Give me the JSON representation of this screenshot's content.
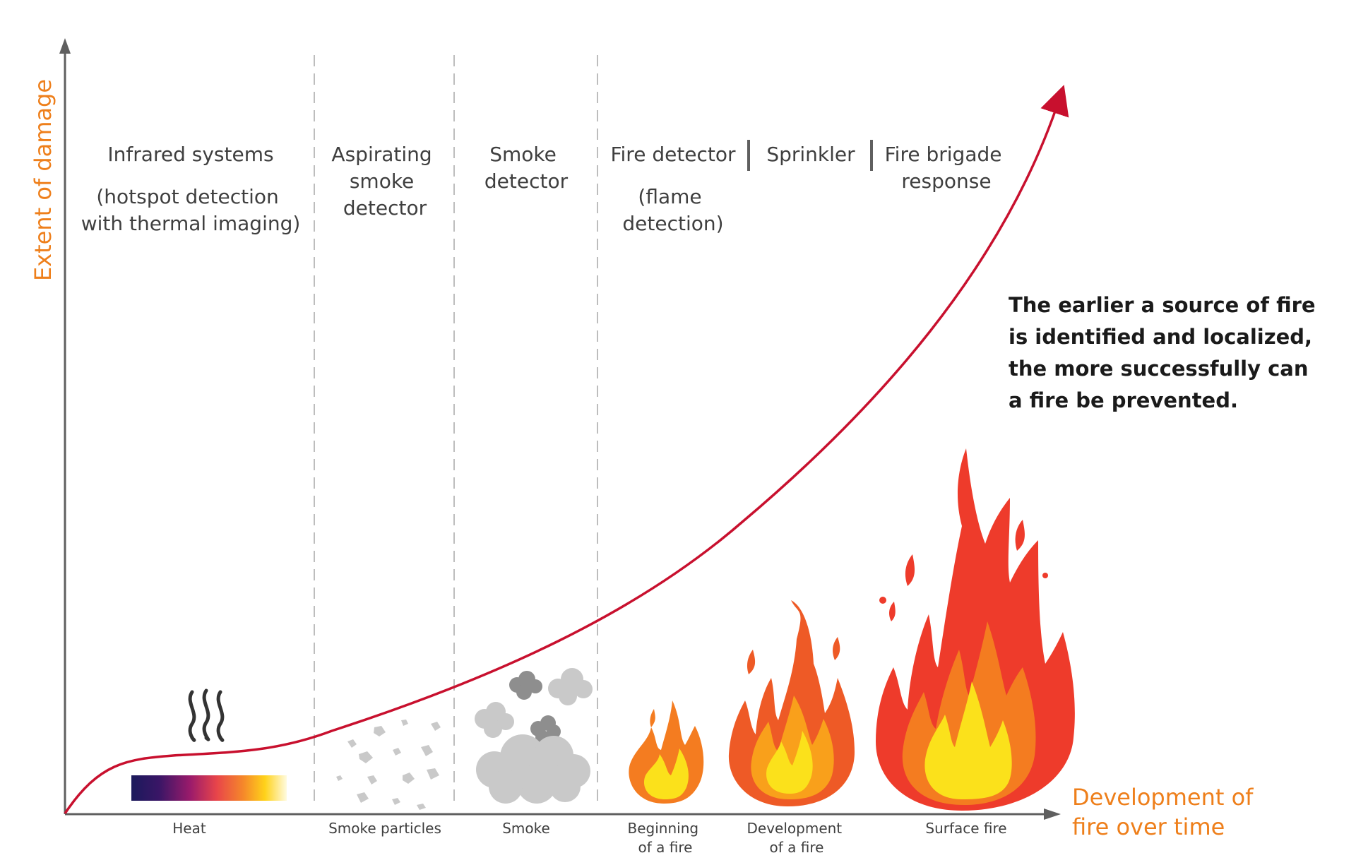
{
  "axes": {
    "y_label": "Extent of damage",
    "x_label_line1": "Development of",
    "x_label_line2": "fire over time"
  },
  "stages": [
    {
      "title_lines": [
        "Infrared systems"
      ],
      "sub_lines": [
        "(hotspot detection",
        "with thermal imaging)"
      ]
    },
    {
      "title_lines": [
        "Aspirating",
        "smoke",
        "detector"
      ],
      "sub_lines": []
    },
    {
      "title_lines": [
        "Smoke",
        "detector"
      ],
      "sub_lines": []
    },
    {
      "title_lines": [
        "Fire detector"
      ],
      "sub_lines": [
        "(flame",
        "detection)"
      ]
    },
    {
      "title_lines": [
        "Sprinkler"
      ],
      "sub_lines": []
    },
    {
      "title_lines": [
        "Fire brigade",
        "response"
      ],
      "sub_lines": []
    }
  ],
  "bottom_labels": [
    {
      "lines": [
        "Heat"
      ]
    },
    {
      "lines": [
        "Smoke particles"
      ]
    },
    {
      "lines": [
        "Smoke"
      ]
    },
    {
      "lines": [
        "Beginning",
        "of a fire"
      ]
    },
    {
      "lines": [
        "Development",
        "of a fire"
      ]
    },
    {
      "lines": [
        "Surface fire"
      ]
    }
  ],
  "note_lines": [
    "The earlier a source of fire",
    "is identified and localized,",
    "the more successfully can",
    "a fire be prevented."
  ],
  "colors": {
    "axis_title": "#ee7f1b",
    "curve": "#c8102e",
    "axis": "#5f5f5f",
    "divider": "#bdbdbd",
    "flame_outer": "#ee3b2b",
    "flame_mid": "#f47c20",
    "flame_inner": "#fbe11b",
    "smoke": "#c9c9c9",
    "smoke_dark": "#8e8e8e"
  },
  "icons": {
    "heat": "heat-waves-icon",
    "thermal": "thermal-gradient-bar",
    "particles": "smoke-particles-icon",
    "smoke": "smoke-cloud-icon",
    "fire_small": "flame-small-icon",
    "fire_medium": "flame-medium-icon",
    "fire_large": "flame-large-icon"
  }
}
